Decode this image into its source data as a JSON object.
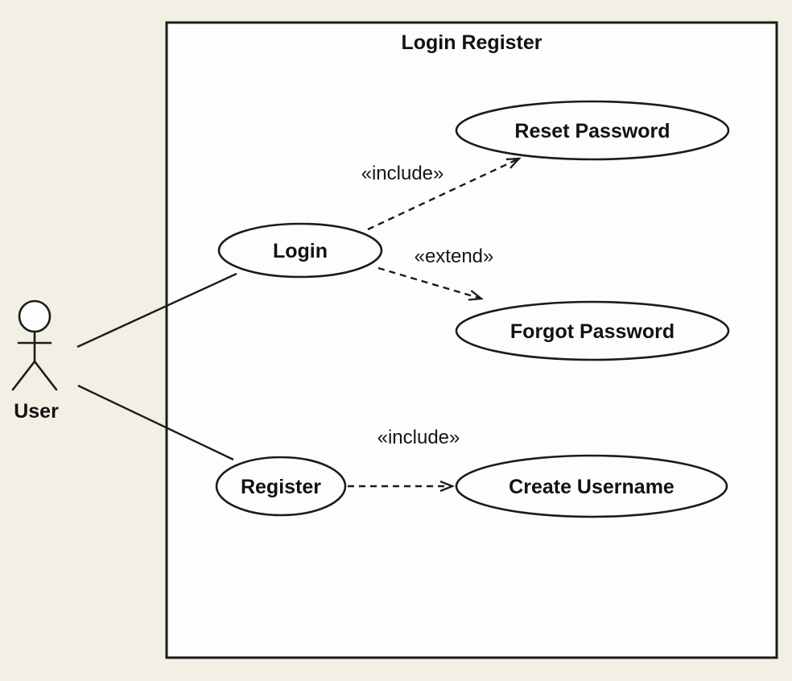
{
  "diagram": {
    "kind": "uml-use-case-diagram",
    "title": "Login Register",
    "actor": {
      "name": "User"
    },
    "use_cases": [
      {
        "label": "Login"
      },
      {
        "label": "Reset Password"
      },
      {
        "label": "Forgot Password"
      },
      {
        "label": "Register"
      },
      {
        "label": "Create Username"
      }
    ],
    "relationships": [
      {
        "from": "User",
        "to": "Login",
        "type": "association",
        "label": ""
      },
      {
        "from": "User",
        "to": "Register",
        "type": "association",
        "label": ""
      },
      {
        "from": "Login",
        "to": "Reset Password",
        "type": "include",
        "label": "«include»"
      },
      {
        "from": "Login",
        "to": "Forgot Password",
        "type": "extend",
        "label": "«extend»"
      },
      {
        "from": "Register",
        "to": "Create Username",
        "type": "include",
        "label": "«include»"
      }
    ],
    "colors": {
      "background": "#f2efe4",
      "boundary_fill": "#fdfdfb",
      "line": "#1b1b1b"
    }
  }
}
